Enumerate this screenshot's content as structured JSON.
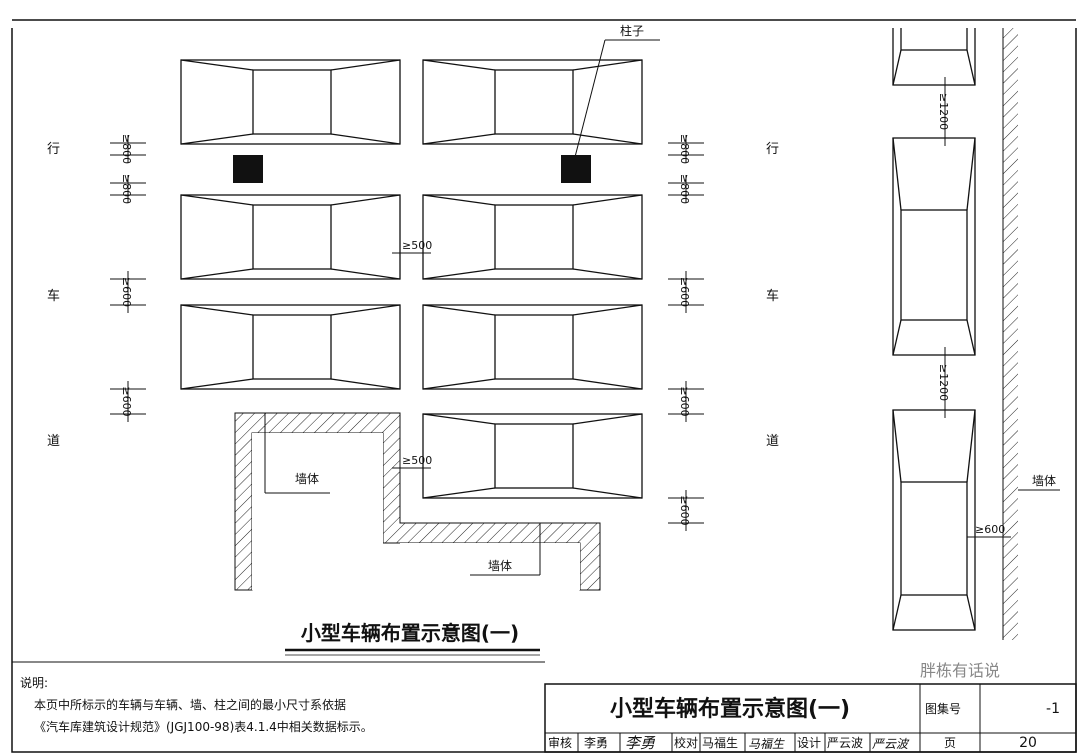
{
  "labels": {
    "column": "柱子",
    "lane_chars": [
      "行",
      "车",
      "道"
    ],
    "wall": "墙体"
  },
  "dimensions": {
    "d800": "≥800",
    "d600": "≥600",
    "d500": "≥500",
    "d1200": "≥1200"
  },
  "drawing_title": "小型车辆布置示意图(一)",
  "notes": {
    "heading": "说明:",
    "lines": [
      "本页中所标示的车辆与车辆、墙、柱之间的最小尺寸系依据",
      "《汽车库建筑设计规范》(JGJ100-98)表4.1.4中相关数据标示。"
    ]
  },
  "title_block": {
    "title": "小型车辆布置示意图(一)",
    "atlas_no_label": "图集号",
    "atlas_no_value": "-1",
    "review_label": "审核",
    "reviewer": "李勇",
    "reviewer_sig": "李勇",
    "check_label": "校对",
    "checker": "马福生",
    "checker_sig": "马福生",
    "design_label": "设计",
    "designer": "严云波",
    "designer_sig": "严云波",
    "page_label": "页",
    "page_no": "20"
  },
  "watermark": "胖栋有话说"
}
